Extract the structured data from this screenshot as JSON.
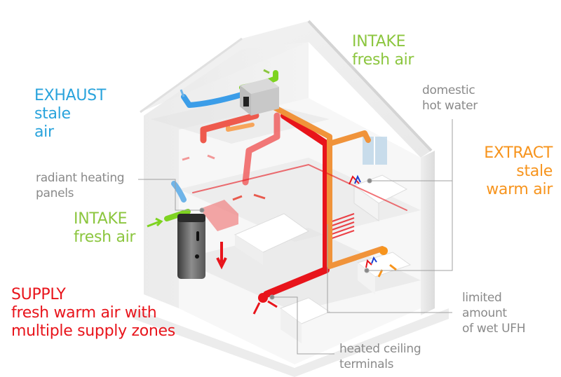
{
  "colors": {
    "exhaust": "#29a3dc",
    "intake": "#8cc63f",
    "extract": "#f7941d",
    "supply": "#e8141b",
    "annotation": "#8a8a8a",
    "leader": "#9a9a9a"
  },
  "labels": {
    "exhaust": {
      "title": "EXHAUST",
      "line1": "stale",
      "line2": "air"
    },
    "intake_top": {
      "title": "INTAKE",
      "line1": "fresh air"
    },
    "domestic_hot_water": {
      "line1": "domestic",
      "line2": "hot water"
    },
    "extract": {
      "title": "EXTRACT",
      "line1": "stale",
      "line2": "warm air"
    },
    "radiant_heating": {
      "line1": "radiant heating",
      "line2": "panels"
    },
    "intake_left": {
      "title": "INTAKE",
      "line1": "fresh air"
    },
    "supply": {
      "title": "SUPPLY",
      "line1": "fresh warm air with",
      "line2": "multiple supply zones"
    },
    "wet_ufh": {
      "line1": "limited",
      "line2": "amount",
      "line3": "of wet UFH"
    },
    "ceiling_terminals": {
      "line1": "heated ceiling",
      "line2": "terminals"
    }
  },
  "icons": {
    "mvhr_unit": "heat-recovery-unit-icon",
    "heat_pump": "heat-pump-cylinder-icon",
    "taps": "tap-icon"
  }
}
